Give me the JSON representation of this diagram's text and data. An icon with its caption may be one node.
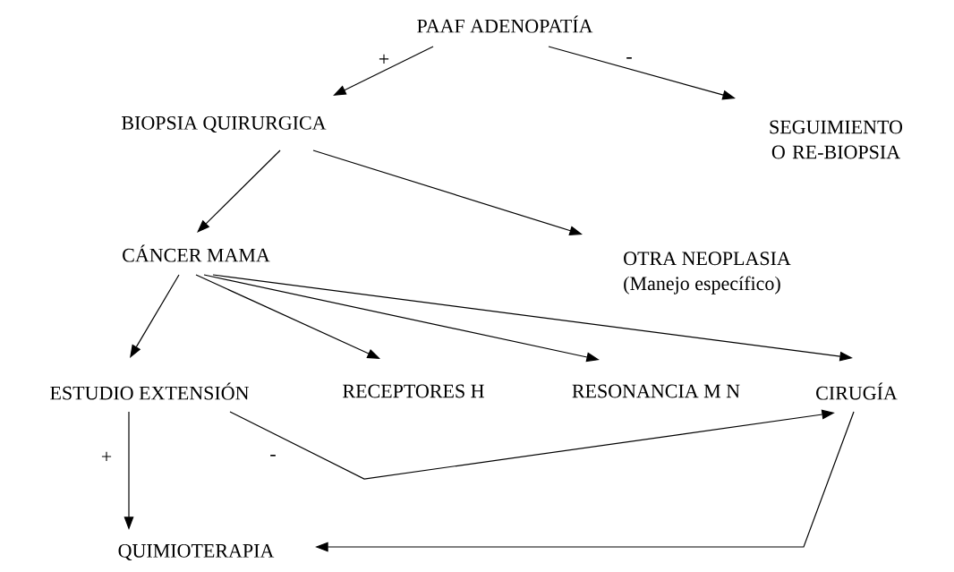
{
  "diagram": {
    "nodes": [
      {
        "text": [
          "PAAF ADENOPATÍA"
        ]
      },
      {
        "text": [
          "BIOPSIA QUIRURGICA"
        ]
      },
      {
        "text": [
          "SEGUIMIENTO O RE-BIOPSIA"
        ]
      },
      {
        "text": [
          "CÁNCER MAMA"
        ]
      },
      {
        "text": [
          "OTRA NEOPLASIA",
          "(Manejo específico)"
        ]
      },
      {
        "text": [
          "ESTUDIO EXTENSIÓN"
        ]
      },
      {
        "text": [
          "RECEPTORES H"
        ]
      },
      {
        "text": [
          "RESONANCIA M N"
        ]
      },
      {
        "text": [
          "CIRUGÍA"
        ]
      },
      {
        "text": [
          "QUIMIOTERAPIA"
        ]
      }
    ],
    "edges": [
      {
        "from": 0,
        "to": 1,
        "arrow": "to",
        "label": "+"
      },
      {
        "from": 0,
        "to": 2,
        "arrow": "to",
        "label": "-"
      },
      {
        "from": 1,
        "to": 3,
        "arrow": "to"
      },
      {
        "from": 1,
        "to": 4,
        "arrow": "to"
      },
      {
        "from": 3,
        "to": 5,
        "arrow": "to"
      },
      {
        "from": 3,
        "to": 6,
        "arrow": "to"
      },
      {
        "from": 3,
        "to": 7,
        "arrow": "to"
      },
      {
        "from": 3,
        "to": 8,
        "arrow": "to"
      },
      {
        "from": 5,
        "to": 9,
        "arrow": "to",
        "label": "+"
      },
      {
        "from": 5,
        "to": 8,
        "arrow": "to",
        "label": "-"
      },
      {
        "from": 8,
        "to": 9,
        "arrow": "to"
      }
    ]
  }
}
